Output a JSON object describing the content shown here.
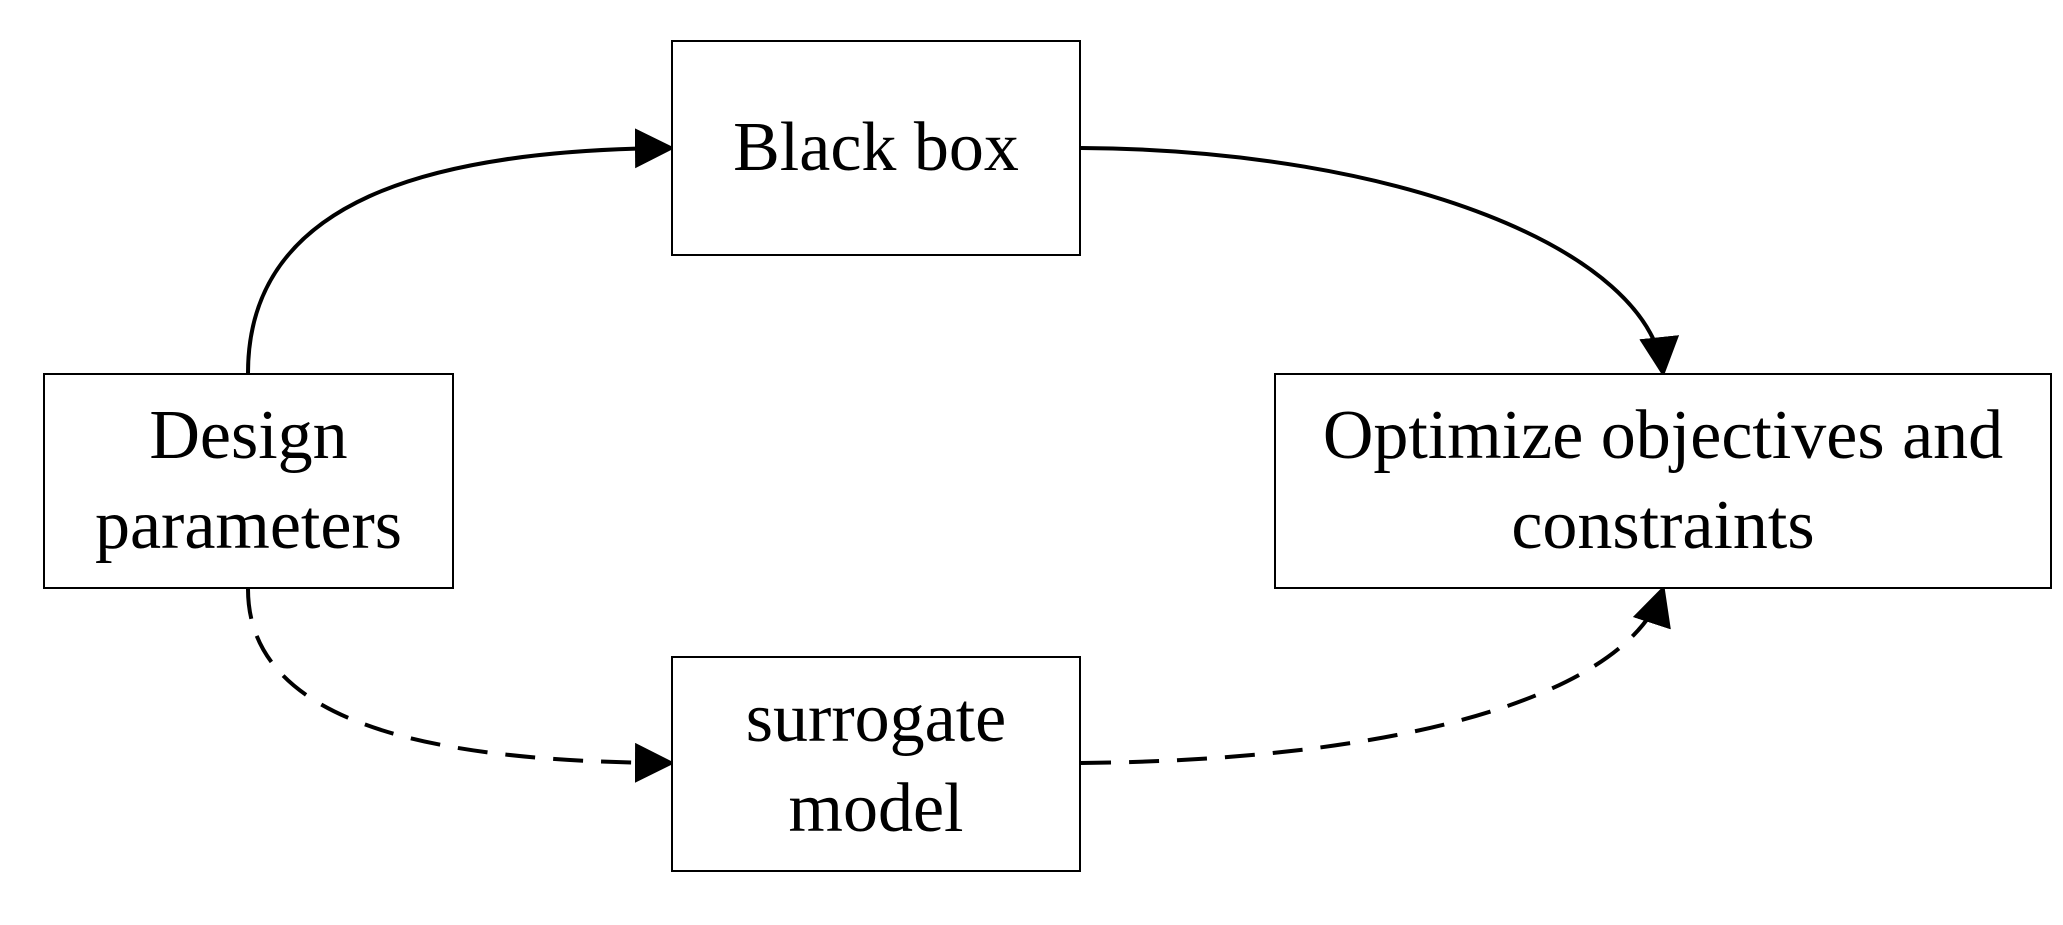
{
  "nodes": {
    "black_box": {
      "lines": [
        "Black box"
      ]
    },
    "design_parameters": {
      "lines": [
        "Design",
        "parameters"
      ]
    },
    "optimize": {
      "lines": [
        "Optimize objectives and",
        "constraints"
      ]
    },
    "surrogate_model": {
      "lines": [
        "surrogate",
        "model"
      ]
    }
  },
  "edges": [
    {
      "from": "design_parameters",
      "to": "black_box",
      "style": "solid"
    },
    {
      "from": "black_box",
      "to": "optimize",
      "style": "solid"
    },
    {
      "from": "design_parameters",
      "to": "surrogate_model",
      "style": "dashed"
    },
    {
      "from": "surrogate_model",
      "to": "optimize",
      "style": "dashed"
    }
  ],
  "colors": {
    "stroke": "#000000",
    "background": "#ffffff"
  }
}
